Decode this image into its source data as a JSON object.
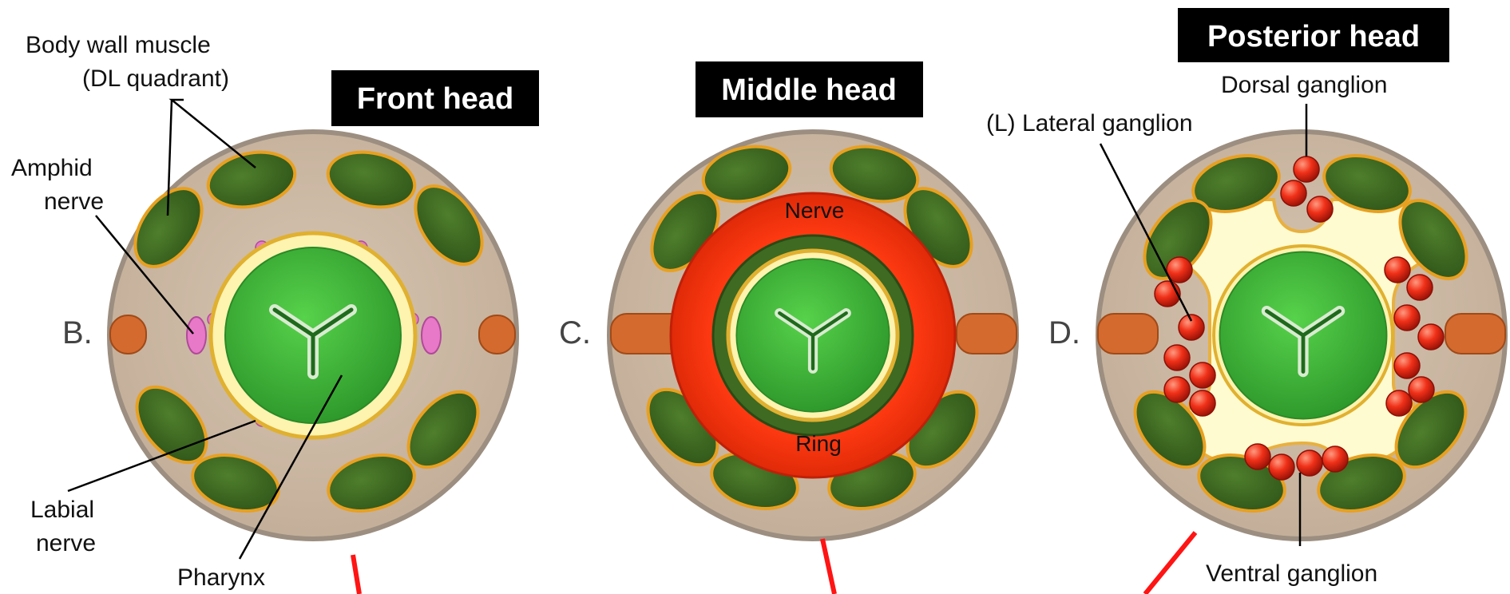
{
  "panels": {
    "b": {
      "letter": "B.",
      "title": "Front head",
      "labels": {
        "muscle_line1": "Body wall muscle",
        "muscle_line2": "(DL quadrant)",
        "amphid_line1": "Amphid",
        "amphid_line2": "nerve",
        "labial_line1": "Labial",
        "labial_line2": "nerve",
        "pharynx": "Pharynx"
      }
    },
    "c": {
      "letter": "C.",
      "title": "Middle head",
      "labels": {
        "nerve": "Nerve",
        "ring": "Ring"
      }
    },
    "d": {
      "letter": "D.",
      "title": "Posterior head",
      "labels": {
        "dorsal": "Dorsal ganglion",
        "lateral": "(L) Lateral ganglion",
        "ventral": "Ventral ganglion"
      }
    }
  },
  "colors": {
    "body": "#cdb9a3",
    "body_edge": "#9c8e80",
    "muscle": "#3e6a22",
    "muscle_edge": "#e8a020",
    "pharynx": "#3fb63a",
    "pharynx_ring": "#fff3b0",
    "nerve_ring": "#ff3410",
    "ganglion": "#f02810",
    "neuropil": "#fffbd0",
    "excretory": "#d46a2e",
    "amphid": "#e879c8",
    "cut_line": "#ff1414"
  }
}
